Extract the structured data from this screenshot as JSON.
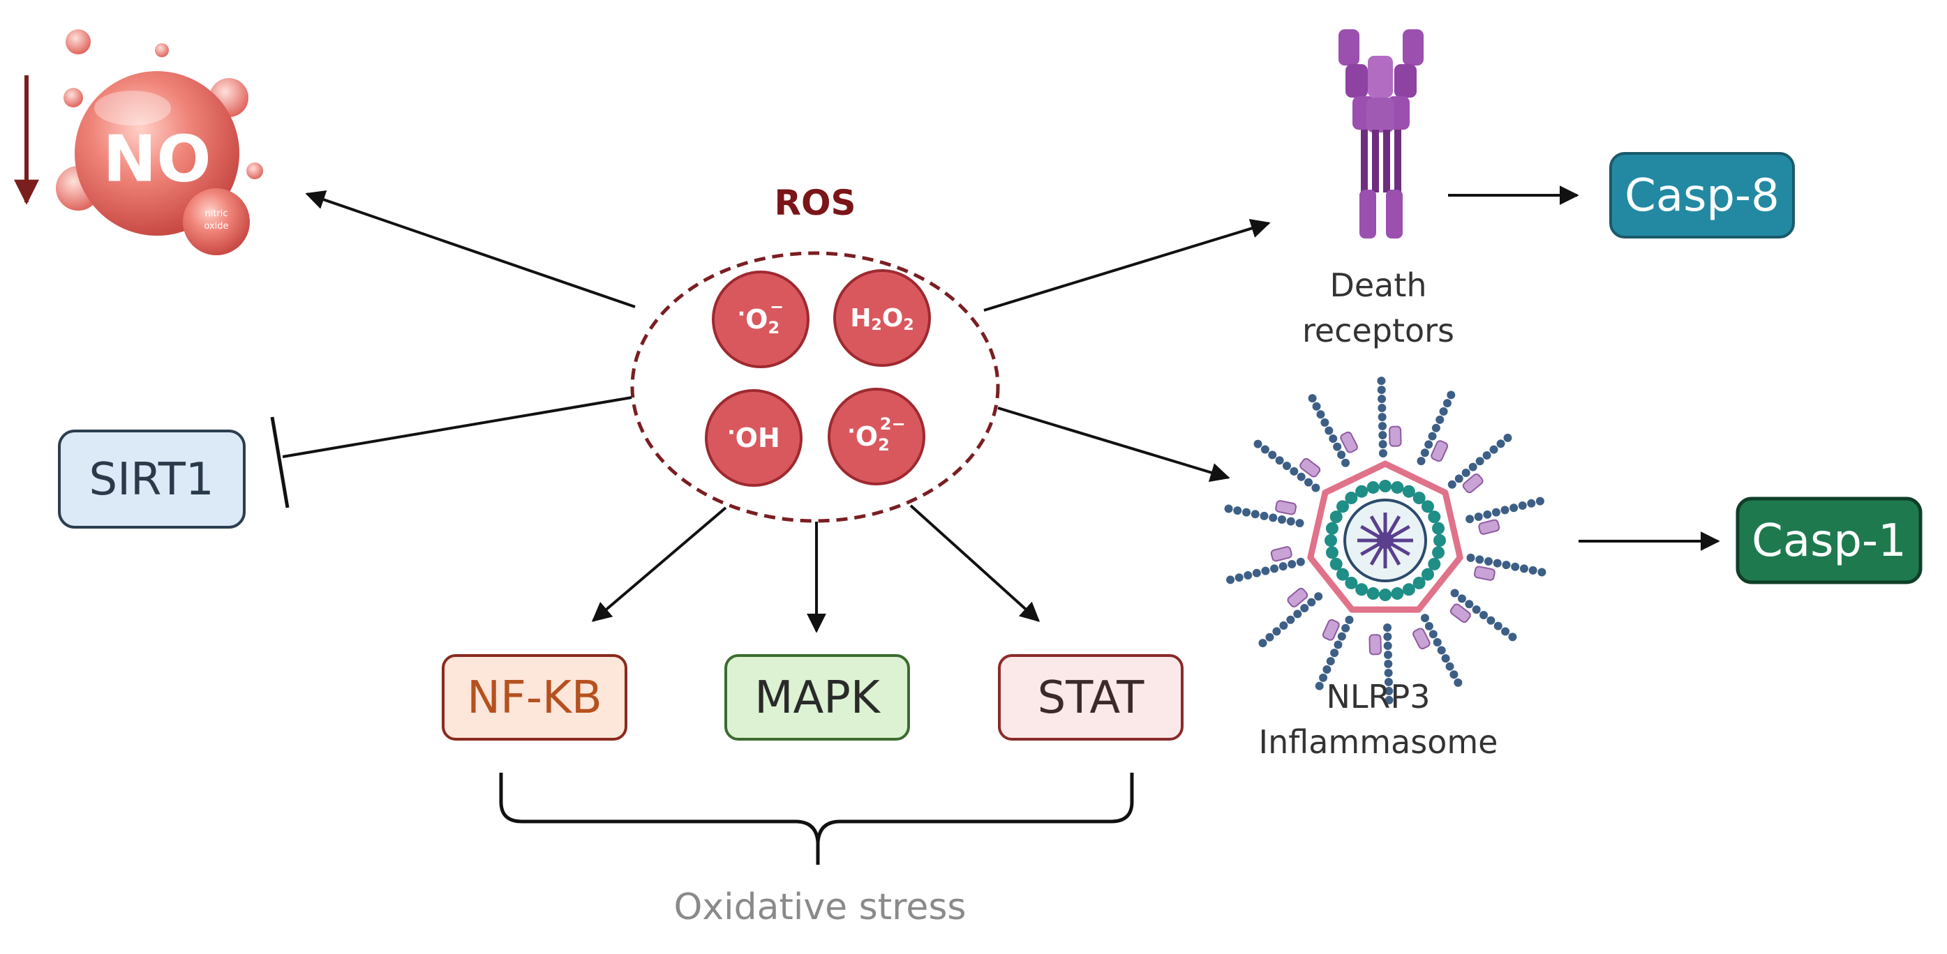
{
  "ros": {
    "title": "ROS",
    "molecules": [
      {
        "dot": "·",
        "base": "O",
        "sub": "2",
        "sup": "−"
      },
      {
        "dot": "",
        "base": "H",
        "sub": "2",
        "mid": "O",
        "sub2": "2",
        "sup": ""
      },
      {
        "dot": "·",
        "base": "OH",
        "sub": "",
        "sup": ""
      },
      {
        "dot": "·",
        "base": "O",
        "sub": "2",
        "sup": "2−"
      }
    ]
  },
  "nitric_oxide": {
    "label": "NO",
    "badge_line1": "nitric",
    "badge_line2": "oxide"
  },
  "sirt1": {
    "label": "SIRT1"
  },
  "pathways": [
    {
      "label": "NF-KB",
      "fill": "#fde6da",
      "stroke": "#8a2a1e",
      "text": "#b5511f"
    },
    {
      "label": "MAPK",
      "fill": "#dcf2d3",
      "stroke": "#3c6b2f",
      "text": "#2a2a2a"
    },
    {
      "label": "STAT",
      "fill": "#fbe8e8",
      "stroke": "#8a2a2a",
      "text": "#3a2a2a"
    }
  ],
  "oxidative_stress": "Oxidative stress",
  "death_receptors": {
    "line1": "Death",
    "line2": "receptors"
  },
  "casp8": {
    "label": "Casp-8"
  },
  "nlrp3": {
    "line1": "NLRP3",
    "line2": "Inflammasome"
  },
  "casp1": {
    "label": "Casp-1"
  },
  "colors": {
    "ros_title": "#7a1518",
    "molecule_fill": "#d9585e",
    "molecule_stroke": "#9e2a30",
    "ellipse_stroke": "#7a1e22",
    "sirt1_fill": "#dce9f7",
    "sirt1_stroke": "#2c3e50",
    "casp8_fill": "#2389a3",
    "casp1_fill": "#1e7a4e",
    "down_arrow": "#7a1e1e",
    "receptor": "#9b4fae",
    "grey_text": "#8a8a8a"
  }
}
